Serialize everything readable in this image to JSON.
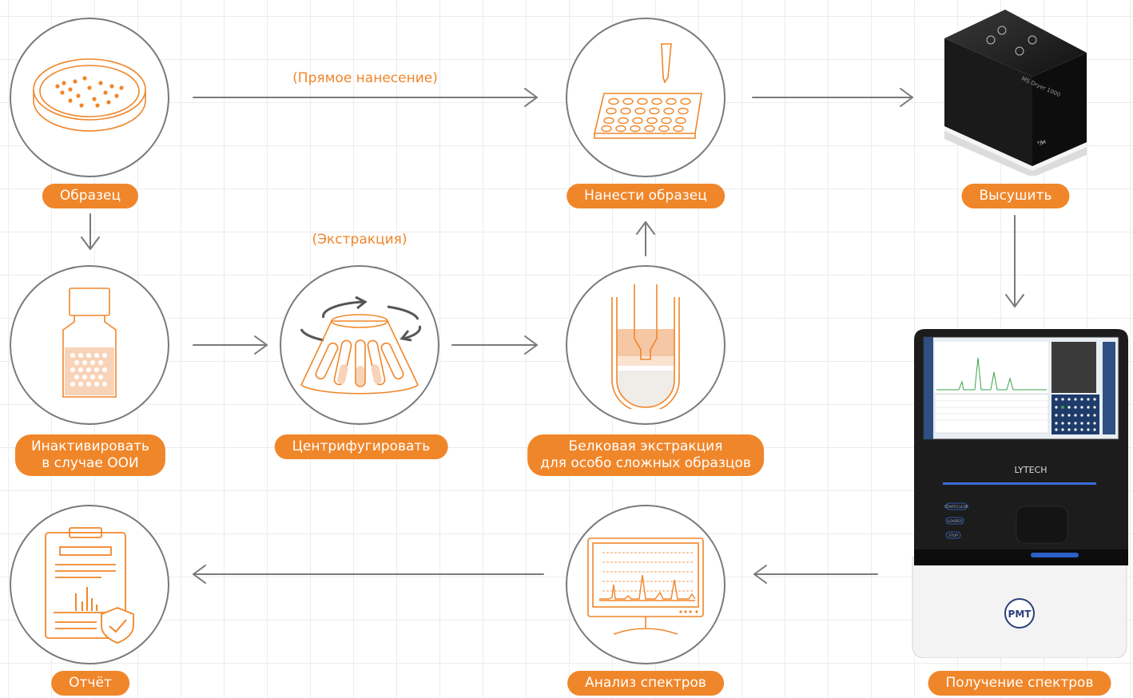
{
  "steps": {
    "sample": "Образец",
    "apply": "Нанести образец",
    "dry": "Высушить",
    "inactivate_1": "Инактивировать",
    "inactivate_2": "в случае ООИ",
    "centrifuge": "Центрифугировать",
    "protein_1": "Белковая экстракция",
    "protein_2": "для особо сложных образцов",
    "report": "Отчёт",
    "analysis": "Анализ спектров",
    "acquisition": "Получение спектров"
  },
  "notes": {
    "direct": "(Прямое нанесение)",
    "extraction": "(Экстракция)"
  },
  "devices": {
    "dryer_text": "MS Dryer 1000",
    "dryer_brand": "ᴾ⁄ᴍ",
    "instrument_brand": "LYTECH",
    "instrument_logo": "PMT",
    "button_1": "START/CLEAR",
    "button_2": "LOADER",
    "button_3": "STOP"
  },
  "colors": {
    "accent": "#f0862a",
    "circle": "#7a7a7a",
    "arrow": "#7a7a7a",
    "grid": "#ececec"
  }
}
